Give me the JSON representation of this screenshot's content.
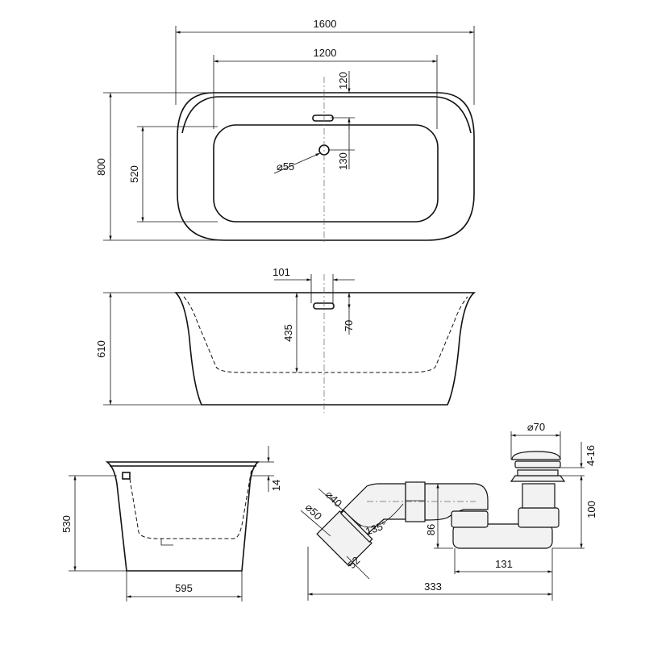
{
  "top_view": {
    "overall_length": "1600",
    "inner_length": "1200",
    "overall_width": "800",
    "inner_width": "520",
    "overflow_offset": "120",
    "drain_offset": "130",
    "drain_diameter": "⌀55"
  },
  "side_view": {
    "height": "610",
    "overflow_width": "101",
    "depth": "435",
    "overflow_height": "70"
  },
  "end_view": {
    "height": "530",
    "rim": "14",
    "base_width": "595"
  },
  "drain": {
    "pipe_diameter": "⌀40",
    "outlet_diameter": "⌀50",
    "angle": "135°",
    "outlet_length": "52",
    "trap_height": "86",
    "trap_length": "131",
    "overall_length": "333",
    "cap_diameter": "⌀70",
    "adjust": "4-16",
    "overall_height": "100"
  }
}
